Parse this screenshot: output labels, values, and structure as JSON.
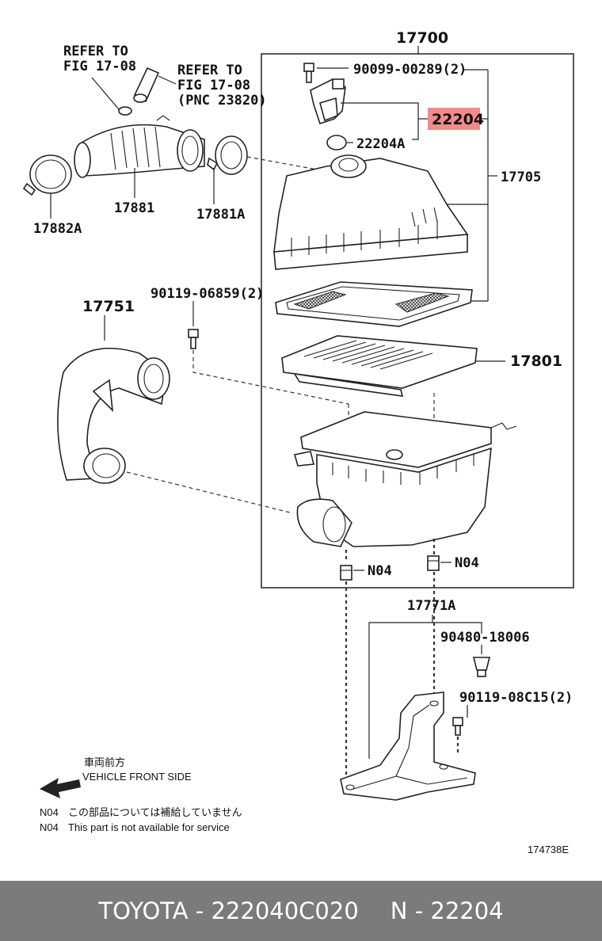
{
  "labels": {
    "refer1_a": "REFER TO",
    "refer1_b": "FIG 17-08",
    "refer2_a": "REFER TO",
    "refer2_b": "FIG 17-08",
    "refer2_c": "(PNC 23820)",
    "p17700": "17700",
    "p90099": "90099-00289(2)",
    "p22204": "22204",
    "p22204a": "22204A",
    "p17705": "17705",
    "p17881": "17881",
    "p17882a": "17882A",
    "p17881a": "17881A",
    "p90119_06859": "90119-06859(2)",
    "p17751": "17751",
    "p17801": "17801",
    "n04_left": "N04",
    "n04_right": "N04",
    "p17771a": "17771A",
    "p90480": "90480-18006",
    "p90119_08c15": "90119-08C15(2)"
  },
  "notes": {
    "front_jp": "車両前方",
    "front_en": "VEHICLE FRONT SIDE",
    "n04_jp_code": "N04",
    "n04_jp_text": "この部品については補給していません",
    "n04_en_code": "N04",
    "n04_en_text": "This part is not available for service",
    "figure_code": "174738E"
  },
  "footer": {
    "brand_part": "TOYOTA - 222040C020",
    "pnc": "N - 22204"
  },
  "colors": {
    "highlight_fill": "#f28b8b",
    "footer_bg": "#7b7b7b"
  }
}
